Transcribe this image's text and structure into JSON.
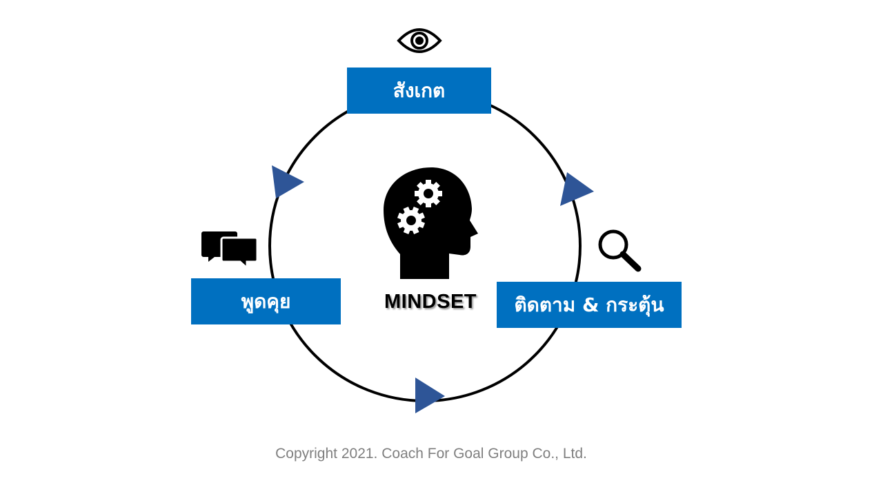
{
  "center": {
    "label": "MINDSET",
    "icon": "head-gears-icon"
  },
  "stages": {
    "observe": {
      "label": "สังเกต",
      "icon": "eye-icon"
    },
    "follow_up": {
      "label": "ติดตาม & กระตุ้น",
      "icon": "magnifier-icon"
    },
    "talk": {
      "label": "พูดคุย",
      "icon": "chat-bubbles-icon"
    }
  },
  "footer": {
    "copyright": "Copyright 2021. Coach For Goal Group Co., Ltd."
  },
  "colors": {
    "box": "#0070c0",
    "arrow": "#2e5597",
    "ring": "#000000",
    "footer_text": "#7f7f7f"
  }
}
